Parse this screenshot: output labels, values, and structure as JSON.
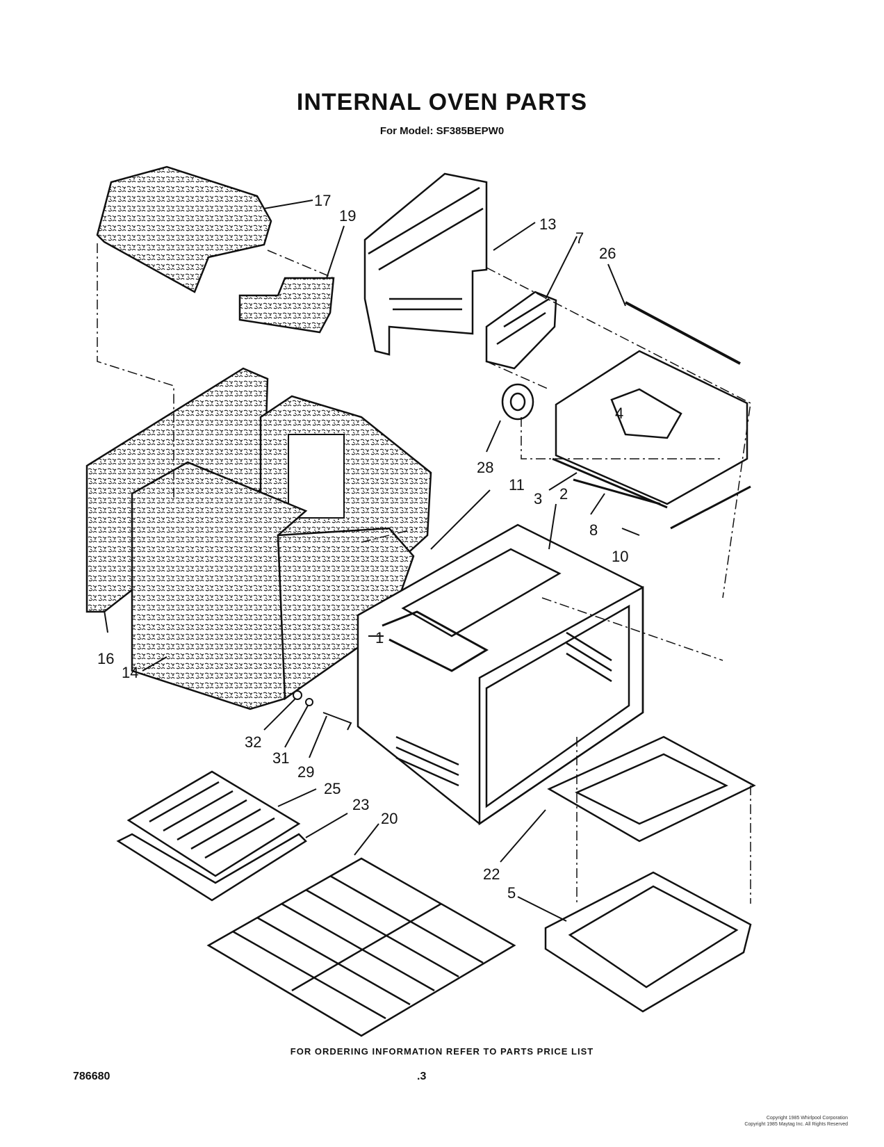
{
  "header": {
    "title": "INTERNAL OVEN PARTS",
    "subtitle": "For Model: SF385BEPW0"
  },
  "callouts": [
    "17",
    "19",
    "13",
    "7",
    "26",
    "28",
    "11",
    "3",
    "2",
    "8",
    "10",
    "1",
    "16",
    "14",
    "32",
    "31",
    "29",
    "25",
    "23",
    "20",
    "22",
    "5",
    "4"
  ],
  "footer": {
    "ordering_note": "FOR ORDERING INFORMATION REFER TO PARTS PRICE LIST",
    "document_number": "786680",
    "page_number": ".3",
    "copyright_lines": [
      "Copyright 1985 Whirlpool Corporation",
      "Copyright 1985 Maytag Inc. All Rights Reserved"
    ]
  }
}
